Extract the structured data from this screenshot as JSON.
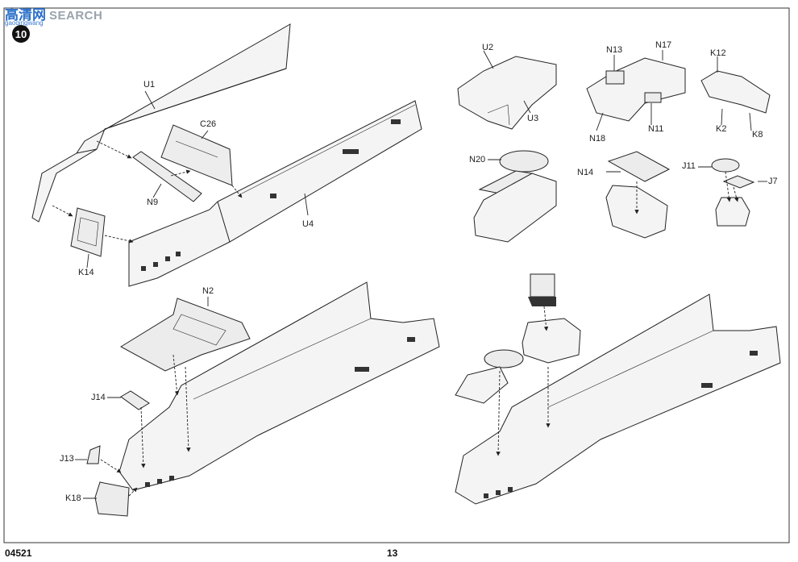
{
  "watermark": {
    "cn": "高清网",
    "en": "SEARCH",
    "url": "gaoqingwang"
  },
  "step_number": "10",
  "footer": {
    "kit_code": "04521",
    "page_number": "13"
  },
  "labels": {
    "U1": "U1",
    "C26": "C26",
    "N9": "N9",
    "U4": "U4",
    "K14": "K14",
    "U2": "U2",
    "U3": "U3",
    "N13": "N13",
    "N17": "N17",
    "N18": "N18",
    "N11": "N11",
    "K12": "K12",
    "K2": "K2",
    "K8": "K8",
    "N20": "N20",
    "N14": "N14",
    "J11": "J11",
    "J7": "J7",
    "N2": "N2",
    "J14": "J14",
    "J13": "J13",
    "K18": "K18"
  }
}
